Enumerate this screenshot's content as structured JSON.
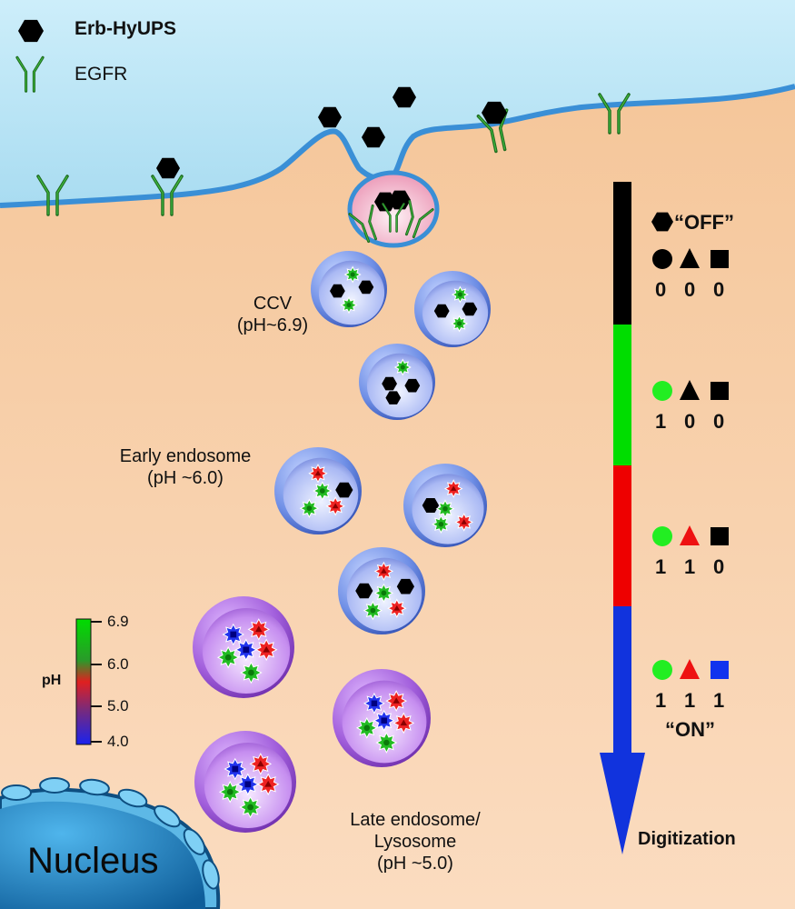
{
  "legend": {
    "items": [
      {
        "label": "Erb-HyUPS",
        "icon": "hexagon-icon"
      },
      {
        "label": "EGFR",
        "icon": "receptor-icon"
      }
    ]
  },
  "compartments": {
    "ccv": {
      "name": "CCV",
      "ph": "(pH~6.9)"
    },
    "early": {
      "name": "Early endosome",
      "ph": "(pH ~6.0)"
    },
    "late": {
      "name": "Late endosome/",
      "name2": "Lysosome",
      "ph": "(pH ~5.0)"
    }
  },
  "nucleus_label": "Nucleus",
  "ph_scale": {
    "title": "pH",
    "ticks": [
      "6.9",
      "6.0",
      "5.0",
      "4.0"
    ],
    "colors": [
      "#00cc00",
      "#2e8b2e",
      "#e02020",
      "#7a1a5a",
      "#2222ee"
    ]
  },
  "digitization": {
    "arrow_label": "Digitization",
    "off_label": "“OFF”",
    "on_label": "“ON”",
    "states": [
      {
        "codes": [
          "0",
          "0",
          "0"
        ],
        "colors": [
          "#000000",
          "#000000",
          "#000000"
        ],
        "band": "#000000"
      },
      {
        "codes": [
          "1",
          "0",
          "0"
        ],
        "colors": [
          "#22ee22",
          "#000000",
          "#000000"
        ],
        "band": "#00dd00"
      },
      {
        "codes": [
          "1",
          "1",
          "0"
        ],
        "colors": [
          "#22ee22",
          "#ee1111",
          "#000000"
        ],
        "band": "#ee0000"
      },
      {
        "codes": [
          "1",
          "1",
          "1"
        ],
        "colors": [
          "#22ee22",
          "#ee1111",
          "#1133ee"
        ],
        "band": "#1133dd"
      }
    ]
  },
  "colors": {
    "extracellular": "#bfe6f5",
    "cytoplasm": "#f6c79c",
    "membrane": "#3a8fd6",
    "vesicle_early": "#6a8ae0",
    "vesicle_late": "#a062d8",
    "nucleus": "#1e86c8"
  }
}
